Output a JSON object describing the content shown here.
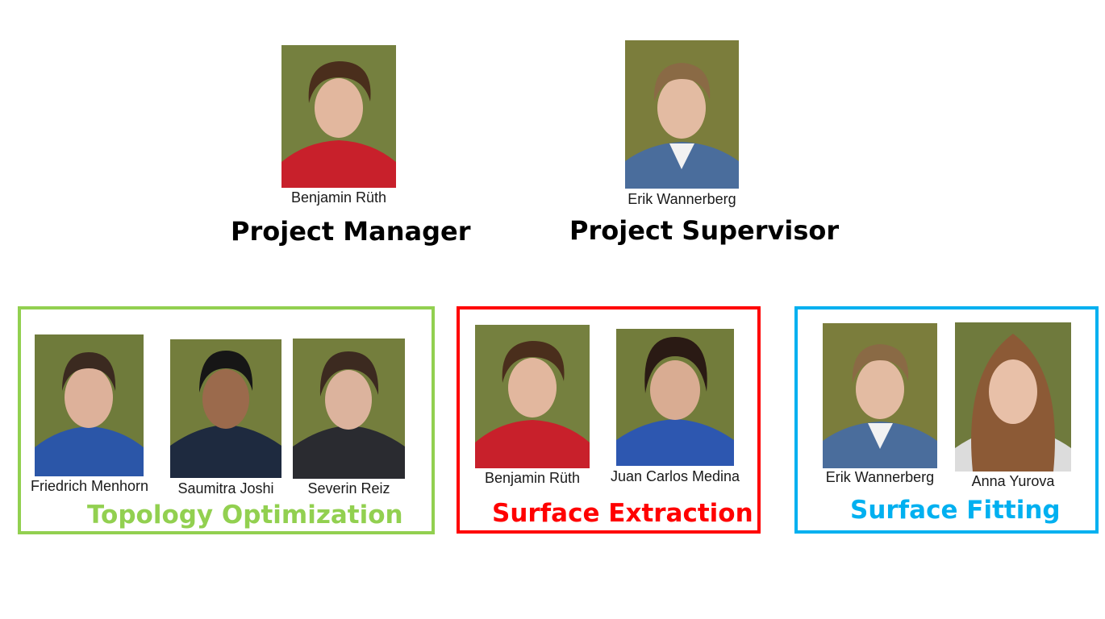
{
  "colors": {
    "topology": "#92d050",
    "extraction": "#ff0000",
    "fitting": "#00b0f0",
    "background": "#ffffff"
  },
  "leads": {
    "manager": {
      "name": "Benjamin Rüth",
      "role": "Project Manager",
      "photo": "benjamin-photo"
    },
    "supervisor": {
      "name": "Erik Wannerberg",
      "role": "Project Supervisor",
      "photo": "erik-photo"
    }
  },
  "teams": [
    {
      "title": "Topology Optimization",
      "color": "#92d050",
      "members": [
        {
          "name": "Friedrich Menhorn",
          "photo": "friedrich-photo"
        },
        {
          "name": "Saumitra Joshi",
          "photo": "saumitra-photo"
        },
        {
          "name": "Severin Reiz",
          "photo": "severin-photo"
        }
      ]
    },
    {
      "title": "Surface Extraction",
      "color": "#ff0000",
      "members": [
        {
          "name": "Benjamin Rüth",
          "photo": "benjamin-photo"
        },
        {
          "name": "Juan Carlos Medina",
          "photo": "juan-photo"
        }
      ]
    },
    {
      "title": "Surface Fitting",
      "color": "#00b0f0",
      "members": [
        {
          "name": "Erik Wannerberg",
          "photo": "erik-photo"
        },
        {
          "name": "Anna Yurova",
          "photo": "anna-photo"
        }
      ]
    }
  ]
}
